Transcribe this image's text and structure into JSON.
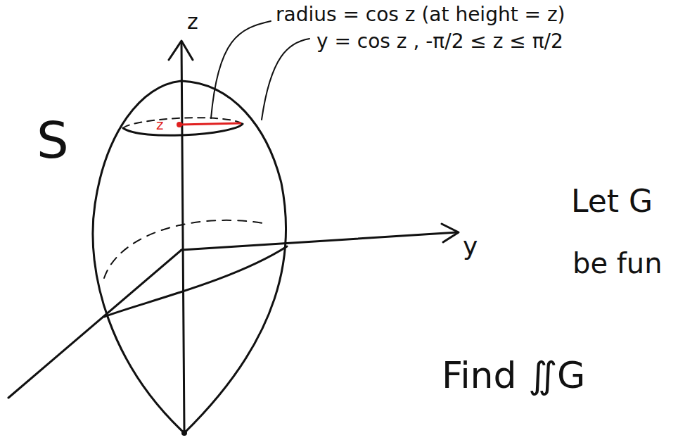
{
  "diagram": {
    "labels": [
      "z",
      "radius = cos z (at height = z)",
      "y = cos z , -π/2 ≤ z ≤ π/2",
      "S",
      "z",
      "y",
      "Let G",
      "be fun",
      "Find ∬G"
    ]
  }
}
